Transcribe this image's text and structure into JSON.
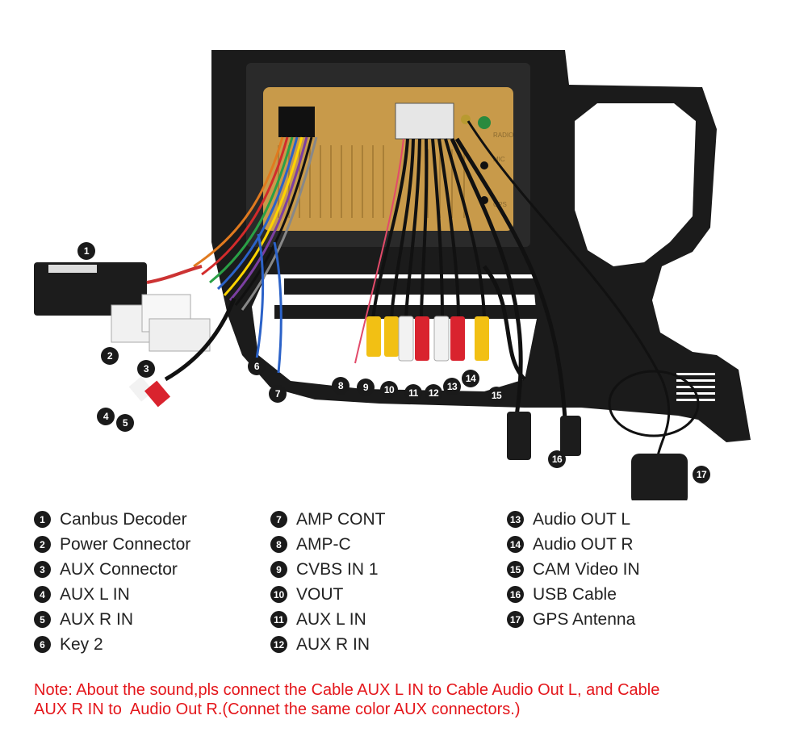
{
  "device": {
    "panel_labels": [
      "RADIO",
      "MIC",
      "GPS"
    ]
  },
  "callouts": [
    {
      "num": "1"
    },
    {
      "num": "2"
    },
    {
      "num": "3"
    },
    {
      "num": "4"
    },
    {
      "num": "5"
    },
    {
      "num": "6"
    },
    {
      "num": "7"
    },
    {
      "num": "8"
    },
    {
      "num": "9"
    },
    {
      "num": "10"
    },
    {
      "num": "11"
    },
    {
      "num": "12"
    },
    {
      "num": "13"
    },
    {
      "num": "14"
    },
    {
      "num": "15"
    },
    {
      "num": "16"
    },
    {
      "num": "17"
    }
  ],
  "legend": {
    "columns": [
      [
        {
          "num": "1",
          "label": "Canbus Decoder"
        },
        {
          "num": "2",
          "label": "Power Connector"
        },
        {
          "num": "3",
          "label": "AUX Connector"
        },
        {
          "num": "4",
          "label": "AUX L IN"
        },
        {
          "num": "5",
          "label": "AUX R IN"
        },
        {
          "num": "6",
          "label": "Key 2"
        }
      ],
      [
        {
          "num": "7",
          "label": "AMP CONT"
        },
        {
          "num": "8",
          "label": "AMP-C"
        },
        {
          "num": "9",
          "label": "CVBS IN 1"
        },
        {
          "num": "10",
          "label": "VOUT"
        },
        {
          "num": "11",
          "label": "AUX L IN"
        },
        {
          "num": "12",
          "label": "AUX R IN"
        }
      ],
      [
        {
          "num": "13",
          "label": "Audio OUT L"
        },
        {
          "num": "14",
          "label": "Audio OUT R"
        },
        {
          "num": "15",
          "label": "CAM Video IN"
        },
        {
          "num": "16",
          "label": "USB Cable"
        },
        {
          "num": "17",
          "label": "GPS Antenna"
        }
      ]
    ]
  },
  "note": {
    "line1": "Note: About the sound,pls connect the Cable AUX L IN to Cable Audio Out L, and Cable",
    "line2": "AUX R IN to  Audio Out R.(Connet the same color AUX connectors.)"
  },
  "colors": {
    "frame": "#1b1b1b",
    "panel": "#c89a4a",
    "callout": "#1a1a1a",
    "rca_red": "#d9232e",
    "rca_yellow": "#f2c014",
    "rca_white": "#f2f2f2",
    "note": "#e4161b"
  }
}
